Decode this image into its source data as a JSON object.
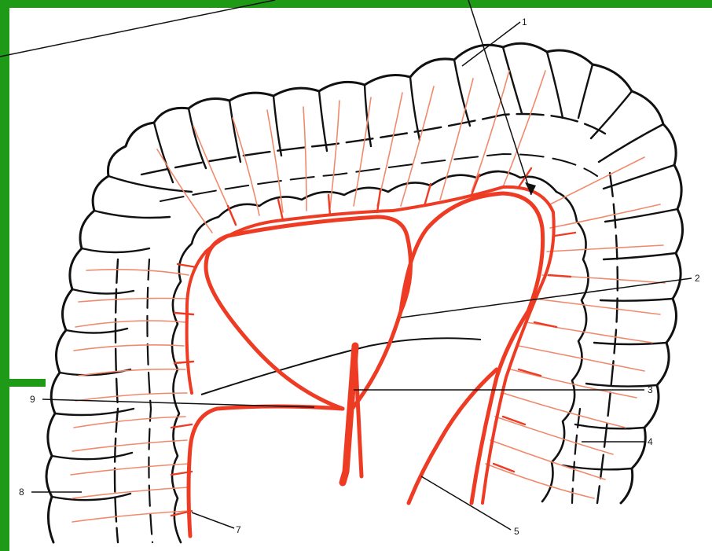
{
  "colors": {
    "frame": "#1f9a16",
    "outline": "#111111",
    "artery": "#ee3b24",
    "artery_light": "#f08a6c",
    "background": "#ffffff"
  },
  "labels": {
    "l1": "1",
    "l2": "2",
    "l3": "3",
    "l4": "4",
    "l5": "5",
    "l7": "7",
    "l8": "8",
    "l9": "9"
  }
}
